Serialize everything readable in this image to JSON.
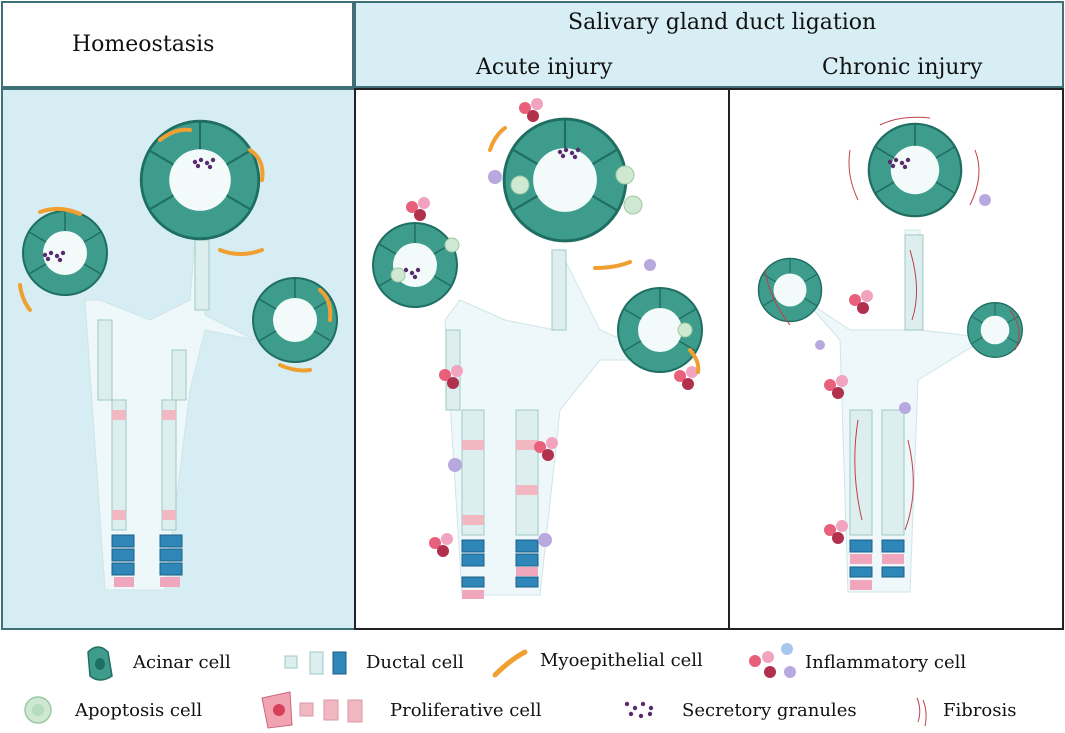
{
  "header": {
    "homeostasis": "Homeostasis",
    "ligation": "Salivary gland duct ligation",
    "acute": "Acute injury",
    "chronic": "Chronic injury"
  },
  "legend": {
    "acinar": "Acinar cell",
    "ductal": "Ductal cell",
    "myoepithelial": "Myoepithelial cell",
    "inflammatory": "Inflammatory cell",
    "apoptosis": "Apoptosis  cell",
    "proliferative": "Proliferative cell",
    "granules": "Secretory granules",
    "fibrosis": "Fibrosis"
  },
  "colors": {
    "acinar": "#3e9c8c",
    "acinar_dark": "#1f6e62",
    "duct_light": "#dcefee",
    "duct_blue": "#2f86b8",
    "proliferative": "#f2b8c2",
    "myoepithelial": "#f0a030",
    "granule": "#5a2a6e",
    "inflammatory_red": "#d8405a",
    "panel_bg": "#d8eef4"
  }
}
